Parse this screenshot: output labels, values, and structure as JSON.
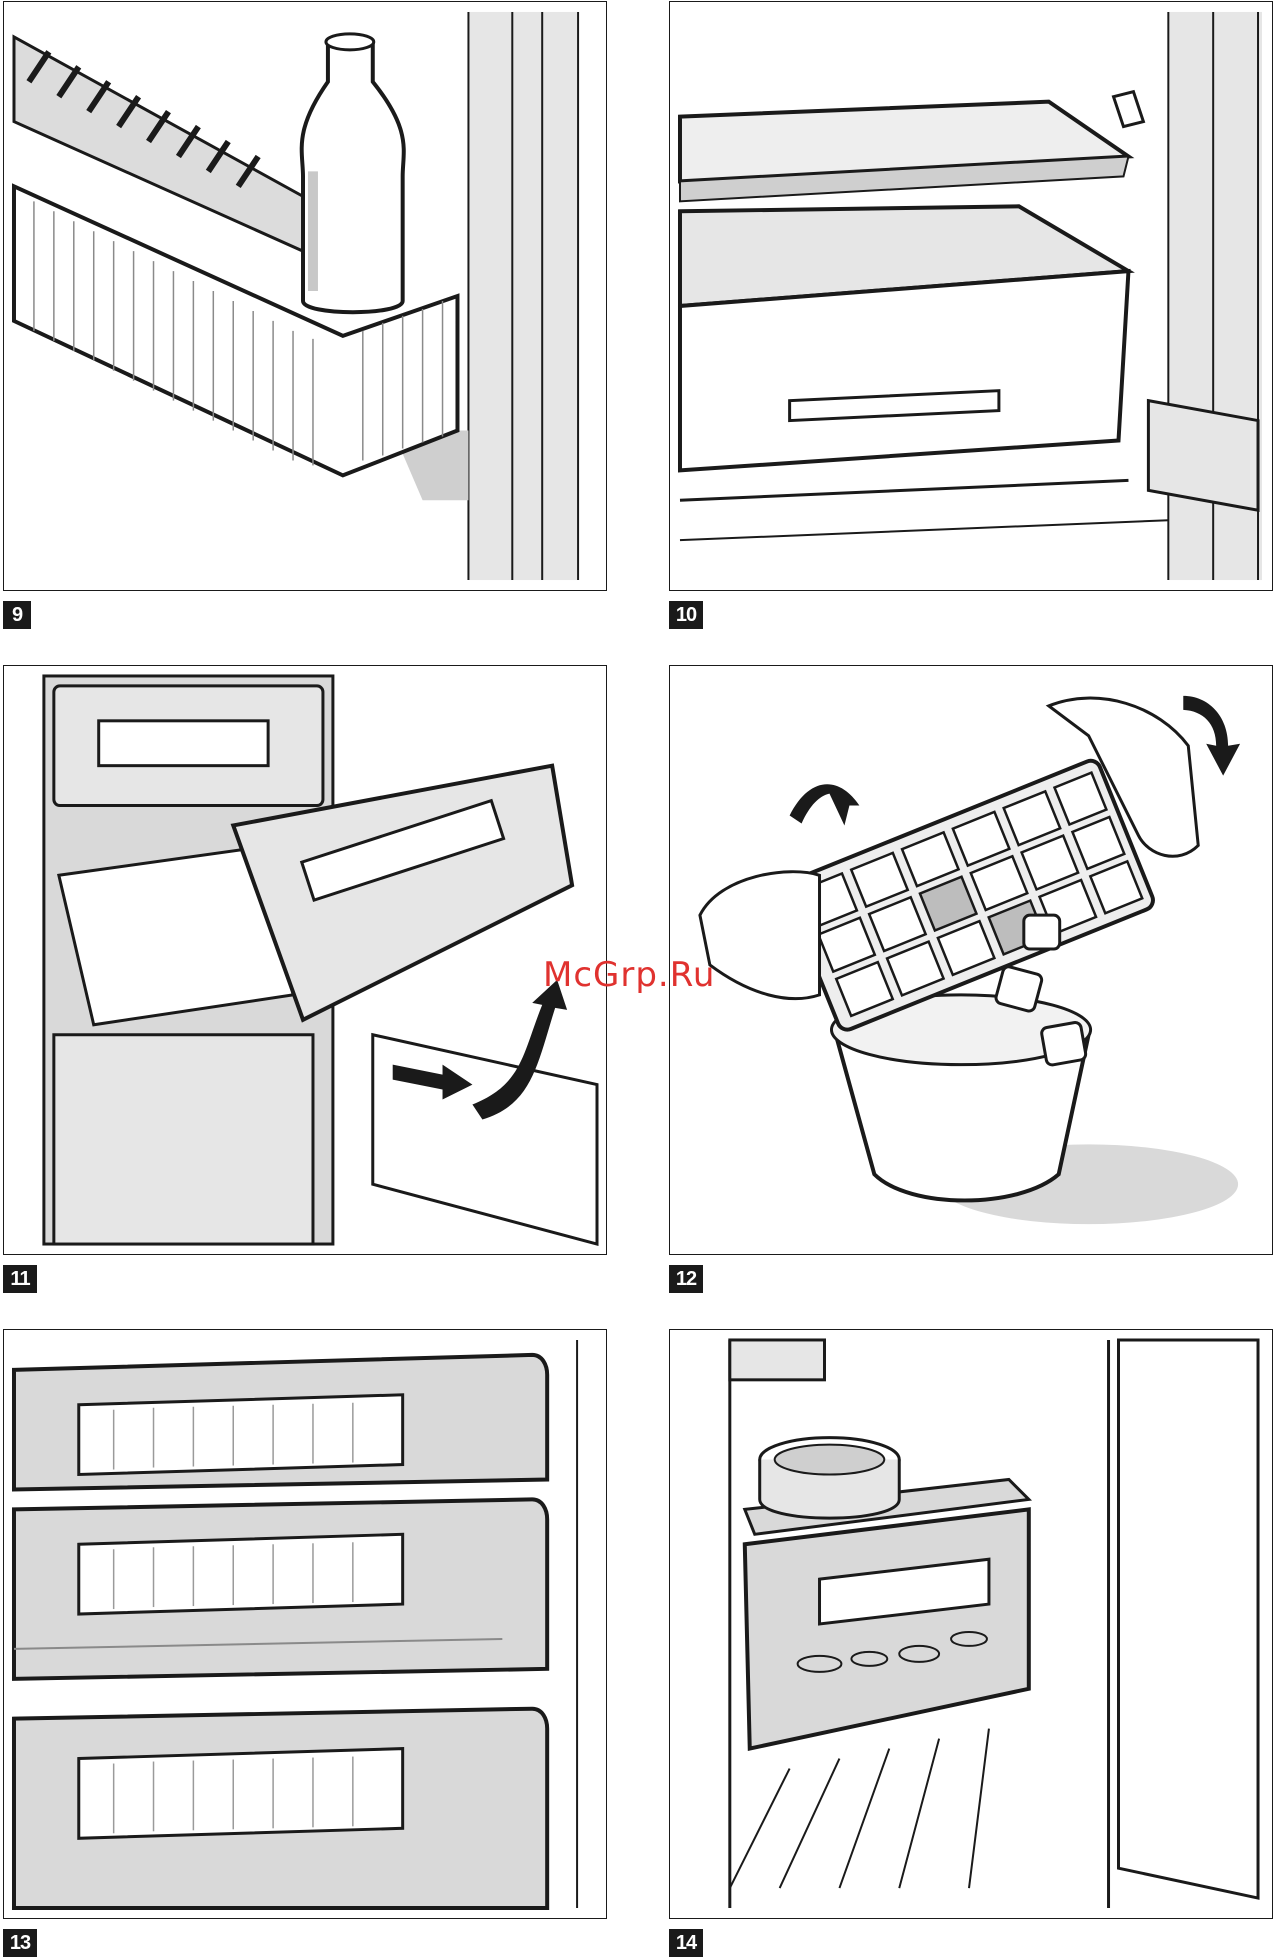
{
  "figures": [
    {
      "number": "9"
    },
    {
      "number": "10"
    },
    {
      "number": "11"
    },
    {
      "number": "12"
    },
    {
      "number": "13"
    },
    {
      "number": "14"
    }
  ],
  "watermark": "McGrp.Ru",
  "colors": {
    "line": "#1a1a1a",
    "shade_light": "#e6e6e6",
    "shade_mid": "#cfcfcf",
    "watermark": "#e0322f"
  }
}
